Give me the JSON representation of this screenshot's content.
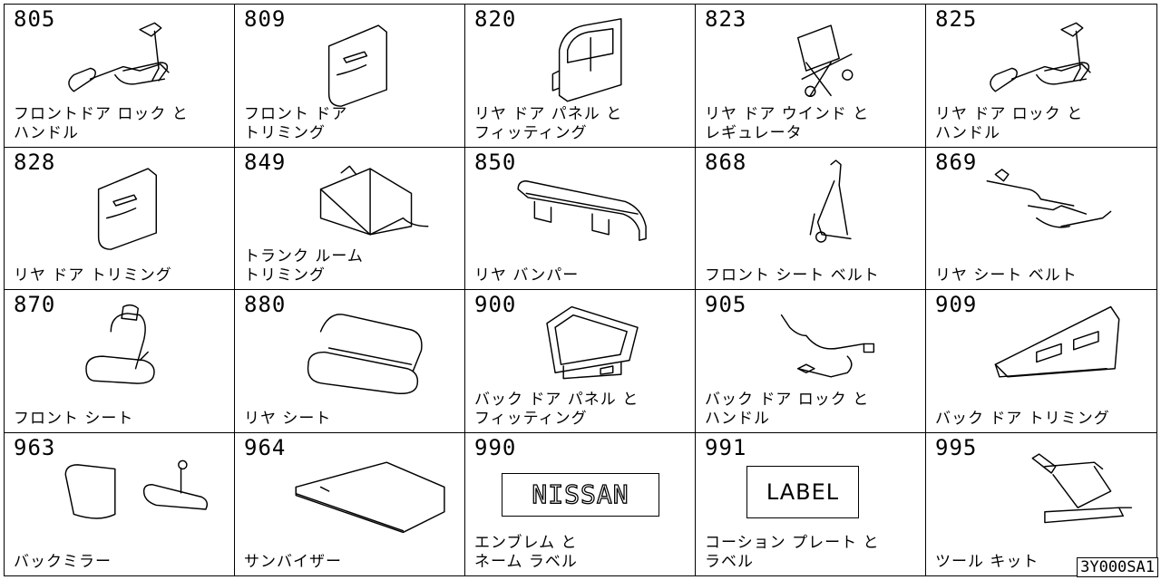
{
  "cells": [
    {
      "code": "805",
      "line1": "フロントドア ロック と",
      "line2": "ハンドル",
      "icon": "door-lock-handle-icon"
    },
    {
      "code": "809",
      "line1": "フロント ドア",
      "line2": "トリミング",
      "icon": "door-trim-panel-icon"
    },
    {
      "code": "820",
      "line1": "リヤ ドア パネル と",
      "line2": "フィッティング",
      "icon": "door-panel-icon"
    },
    {
      "code": "823",
      "line1": "リヤ ドア ウインド と",
      "line2": "レギュレータ",
      "icon": "window-regulator-icon"
    },
    {
      "code": "825",
      "line1": "リヤ ドア ロック と",
      "line2": "ハンドル",
      "icon": "door-lock-handle-icon"
    },
    {
      "code": "828",
      "line1": "リヤ ドア トリミング",
      "line2": "",
      "icon": "door-trim-panel-icon"
    },
    {
      "code": "849",
      "line1": "トランク ルーム",
      "line2": "トリミング",
      "icon": "trunk-trim-icon"
    },
    {
      "code": "850",
      "line1": "リヤ バンパー",
      "line2": "",
      "icon": "bumper-icon"
    },
    {
      "code": "868",
      "line1": "フロント シート ベルト",
      "line2": "",
      "icon": "seat-belt-icon"
    },
    {
      "code": "869",
      "line1": "リヤ シート ベルト",
      "line2": "",
      "icon": "rear-seat-belt-icon"
    },
    {
      "code": "870",
      "line1": "フロント シート",
      "line2": "",
      "icon": "front-seat-icon"
    },
    {
      "code": "880",
      "line1": "リヤ シート",
      "line2": "",
      "icon": "rear-seat-icon"
    },
    {
      "code": "900",
      "line1": "バック ドア パネル と",
      "line2": "フィッティング",
      "icon": "back-door-panel-icon"
    },
    {
      "code": "905",
      "line1": "バック ドア ロック と",
      "line2": "ハンドル",
      "icon": "back-door-lock-icon"
    },
    {
      "code": "909",
      "line1": "バック ドア トリミング",
      "line2": "",
      "icon": "back-door-trim-icon"
    },
    {
      "code": "963",
      "line1": "バックミラー",
      "line2": "",
      "icon": "mirror-icon"
    },
    {
      "code": "964",
      "line1": "サンバイザー",
      "line2": "",
      "icon": "sun-visor-icon"
    },
    {
      "code": "990",
      "line1": "エンブレム と",
      "line2": "ネーム ラベル",
      "icon": "emblem-icon",
      "badge": "NISSAN"
    },
    {
      "code": "991",
      "line1": "コーション プレート と",
      "line2": "ラベル",
      "icon": "label-plate-icon",
      "badge": "LABEL"
    },
    {
      "code": "995",
      "line1": "ツール キット",
      "line2": "",
      "icon": "jack-icon"
    }
  ],
  "stamp": "3Y000SA1"
}
